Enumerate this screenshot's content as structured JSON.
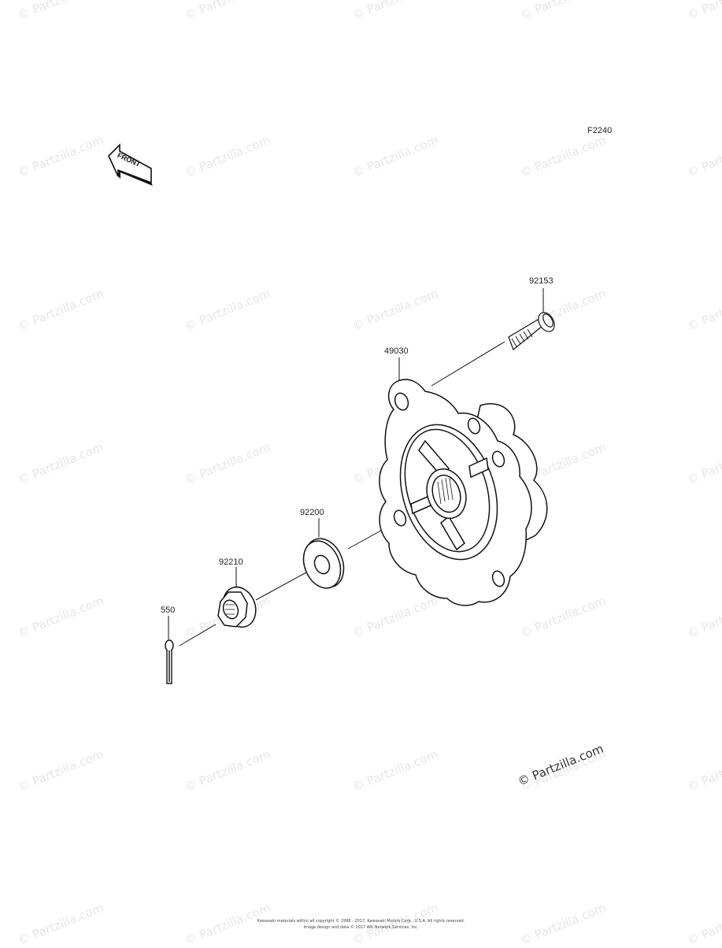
{
  "diagram_code": "F2240",
  "front_label": "FRONT",
  "parts": {
    "bolt": "92153",
    "hub": "49030",
    "washer": "92200",
    "nut": "92210",
    "cotter_pin": "550"
  },
  "watermark_text": "© Partzilla.com",
  "watermark_main": "© Partzilla.com",
  "footer": {
    "line1": "Kawasaki materials within all copyright © 1998 - 2017, Kawasaki Motors Corp., U.S.A. All rights reserved.",
    "line2": "Image design and data © 2017 ARI Network Services, Inc."
  }
}
